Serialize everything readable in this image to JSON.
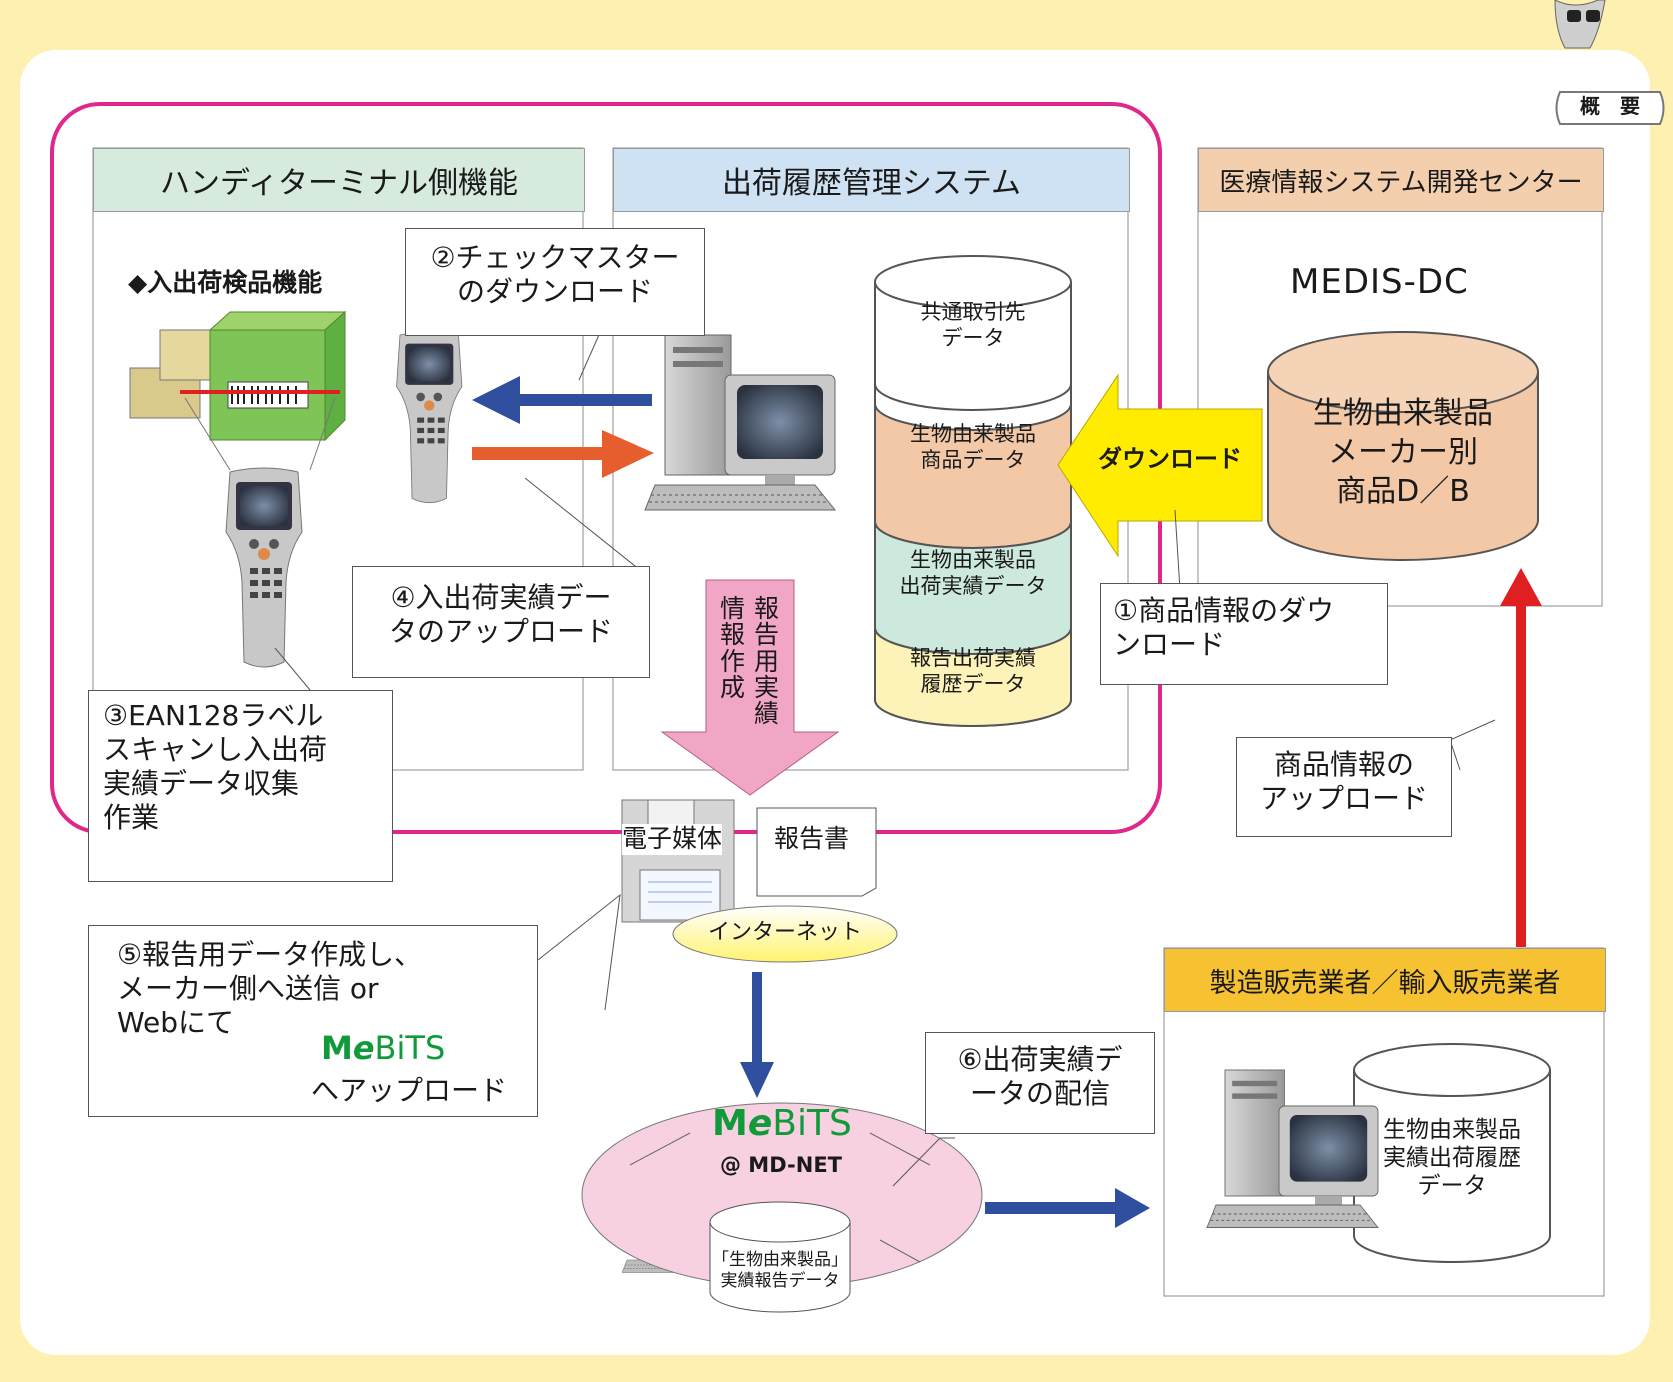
{
  "badge": {
    "label": "概　要"
  },
  "panels": {
    "handy": {
      "title": "ハンディターミナル側機能",
      "subtitle": "◆入出荷検品機能",
      "color": "#d6ebde"
    },
    "system": {
      "title": "出荷履歴管理システム",
      "color": "#cfe2f3"
    },
    "medis": {
      "title": "医療情報システム開発センター",
      "subtitle": "MEDIS-DC",
      "color": "#f4cfae"
    },
    "maker": {
      "title": "製造販売業者／輸入販売業者",
      "color": "#f7c232"
    }
  },
  "databases": {
    "system_stack": [
      {
        "label": "共通取引先\nデータ",
        "color": "#ffffff"
      },
      {
        "label": "生物由来製品\n商品データ",
        "color": "#f4cfae"
      },
      {
        "label": "生物由来製品\n出荷実績データ",
        "color": "#cde8dc"
      },
      {
        "label": "報告出荷実績\n履歴データ",
        "color": "#fdf3b8"
      }
    ],
    "medis_db": "生物由来製品\nメーカー別\n商品D／B",
    "maker_db": "生物由来製品\n実績出荷履歴\nデータ",
    "mebits_db": "「生物由来製品」\n実績報告データ"
  },
  "callouts": {
    "c1": "①商品情報のダウ\nンロード",
    "c2": "②チェックマスター\nのダウンロード",
    "c3": "③EAN128ラベル\nスキャンし入出荷\n実績データ収集\n作業",
    "c4": "④入出荷実績デー\nタのアップロード",
    "c5a": "⑤報告用データ作成し、\nメーカー側へ送信 or\nWebにて",
    "c5b": "へアップロード",
    "c6": "⑥出荷実績デ\nータの配信",
    "upload": "商品情報の\nアップロード"
  },
  "arrows": {
    "download": "ダウンロード",
    "report_col1": "報告用実績",
    "report_col2": "情報作成"
  },
  "media": {
    "electronic": "電子媒体",
    "report": "報告書",
    "internet": "インターネット"
  },
  "mebits": {
    "logo_m": "M",
    "logo_e": "e",
    "logo_rest": "BiTS",
    "network": "@ MD-NET"
  }
}
